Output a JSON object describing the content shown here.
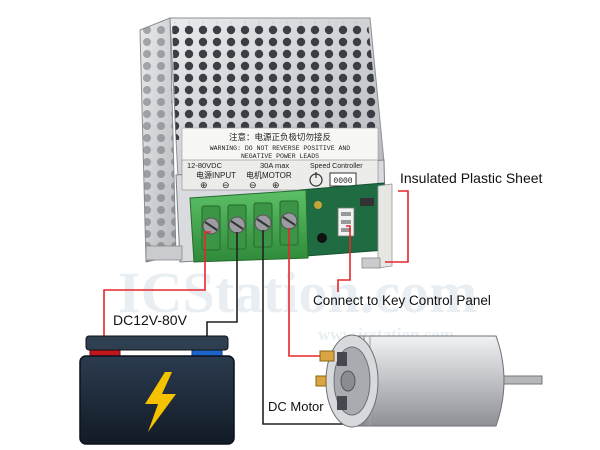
{
  "controller": {
    "warning_cn": "注意：电源正负极切勿接反",
    "warning_en_line1": "WARNING: DO NOT REVERSE POSITIVE AND",
    "warning_en_line2": "NEGATIVE POWER LEADS",
    "voltage_rating": "12-80VDC",
    "current_rating": "30A max",
    "speed_label": "Speed Controller",
    "input_label": "电源INPUT",
    "motor_label": "电机MOTOR",
    "plus_sign": "⊕",
    "minus_sign": "⊖",
    "speed_display": "0000"
  },
  "annotations": {
    "insulated_sheet": "Insulated Plastic Sheet",
    "key_panel": "Connect to Key Control Panel",
    "supply_voltage": "DC12V-80V",
    "dc_motor": "DC Motor"
  },
  "watermark": {
    "logo": "ICStation.com",
    "url": "www.icstation.com"
  },
  "colors": {
    "wire_red": "#e8262b",
    "wire_black": "#222222",
    "terminal_green": "#3fa04a",
    "battery_body": "#1c2a3a",
    "bolt_yellow": "#f5c200",
    "motor_silver": "#c9cbcf"
  }
}
